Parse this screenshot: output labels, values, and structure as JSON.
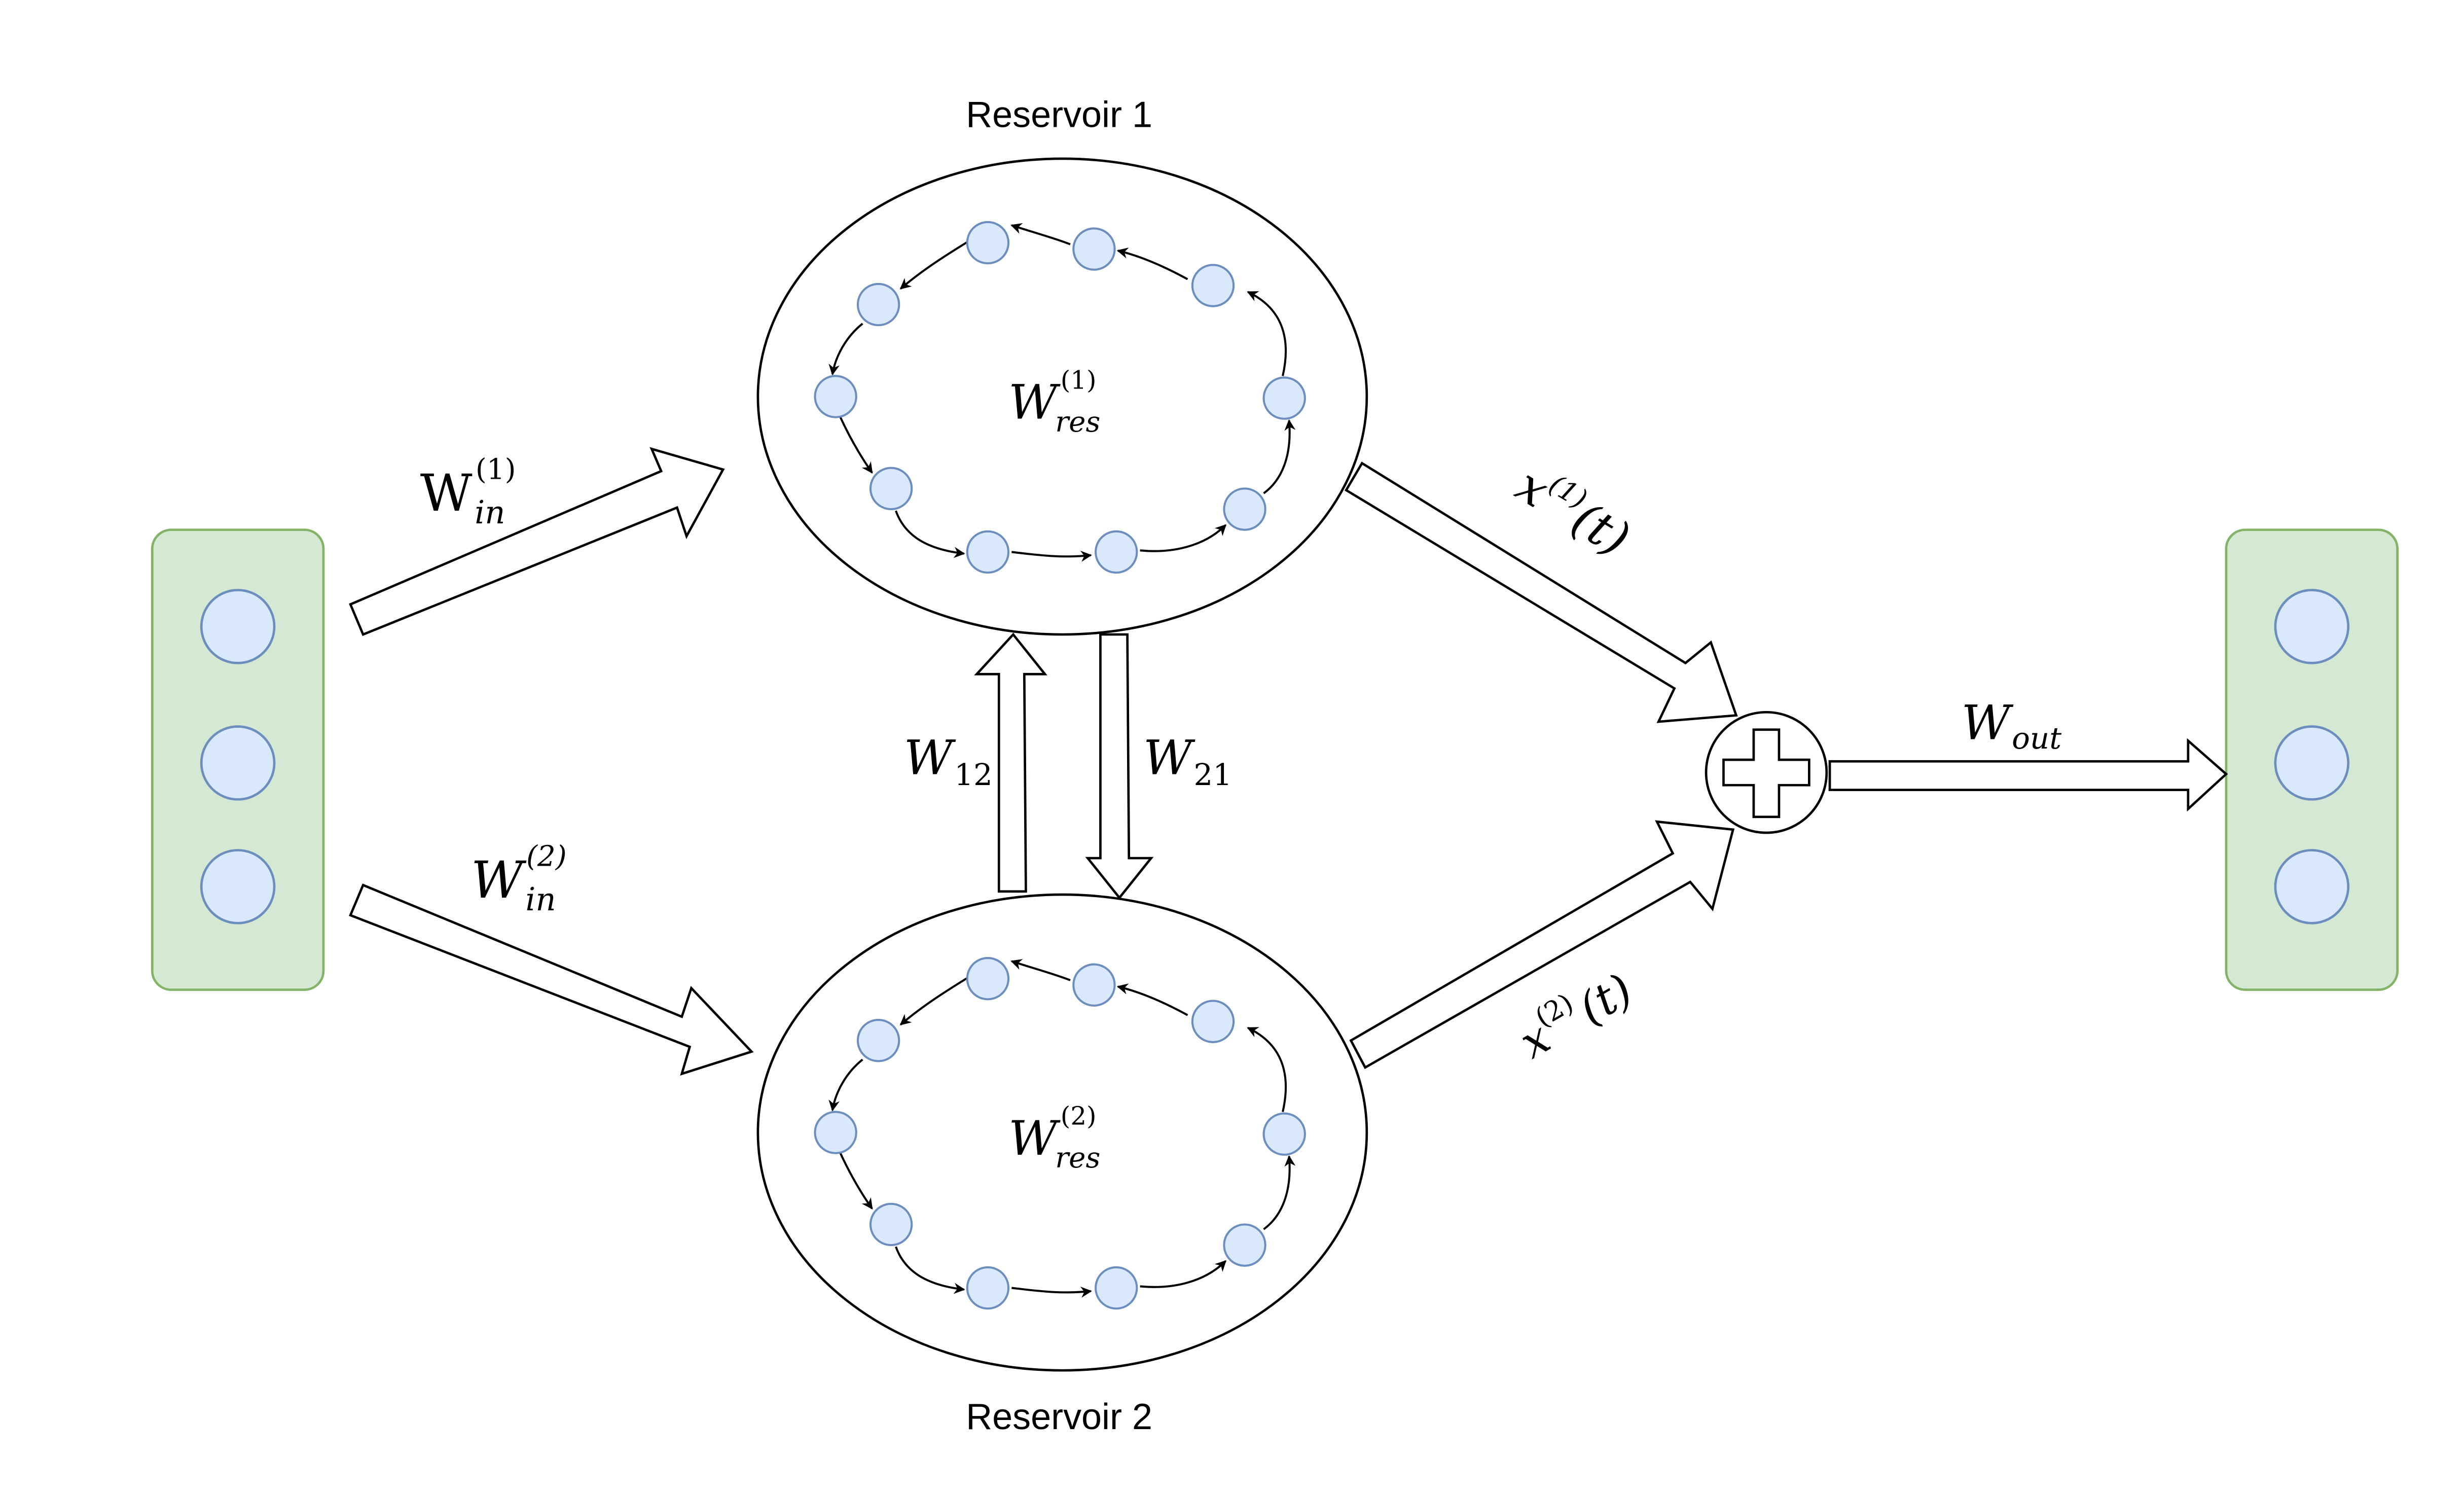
{
  "reservoir1": {
    "title": "Reservoir 1",
    "matrix": {
      "base": "W",
      "sub": "res",
      "sup": "(1)"
    }
  },
  "reservoir2": {
    "title": "Reservoir 2",
    "matrix": {
      "base": "W",
      "sub": "res",
      "sup": "(2)"
    }
  },
  "input_weights": {
    "w1": {
      "base": "W",
      "sub": "in",
      "sup": "(1)"
    },
    "w2": {
      "base": "W",
      "sub": "in",
      "sup": "(2)"
    }
  },
  "coupling": {
    "w12": {
      "base": "W",
      "sub": "12"
    },
    "w21": {
      "base": "W",
      "sub": "21"
    }
  },
  "states": {
    "x1": {
      "base": "x",
      "sup": "(1)",
      "arg": "(t)"
    },
    "x2": {
      "base": "x",
      "sup": "(2)",
      "arg": "(t)"
    }
  },
  "output_weight": {
    "base": "W",
    "sub": "out"
  },
  "colors": {
    "layer_fill": "#d5e8d4",
    "layer_stroke": "#82b366",
    "neuron_fill": "#dae8fc",
    "neuron_stroke": "#6c8ebf",
    "line": "#000000"
  },
  "icons": {
    "summation": "plus-circle-icon"
  }
}
